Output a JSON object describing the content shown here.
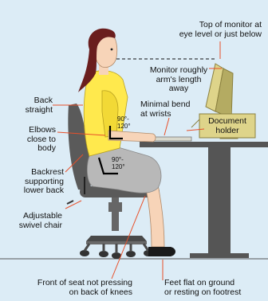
{
  "colors": {
    "background": "#dcecf6",
    "leader_lines": "#e8502a",
    "shirt": "#ffe94d",
    "skirt": "#b8b8b8",
    "chair": "#5a5a5a",
    "desk": "#555555",
    "monitor": "#ded48a",
    "document_holder": "#ded48a",
    "hair": "#6a1e1e",
    "skin": "#f7d4b8"
  },
  "labels": {
    "top_monitor": [
      "Top of monitor at",
      "eye level or just below"
    ],
    "monitor_arm": [
      "Monitor roughly",
      "arm's length",
      "away"
    ],
    "back_straight": [
      "Back",
      "straight"
    ],
    "minimal_bend": [
      "Minimal bend",
      "at wrists"
    ],
    "elbows": [
      "Elbows",
      "close to",
      "body"
    ],
    "document_holder": [
      "Document",
      "holder"
    ],
    "backrest": [
      "Backrest",
      "supporting",
      "lower back"
    ],
    "swivel_chair": [
      "Adjustable",
      "swivel chair"
    ],
    "front_of_seat": [
      "Front of seat not pressing",
      "on back of knees"
    ],
    "feet_flat": [
      "Feet flat on ground",
      "or resting on footrest"
    ]
  },
  "angles": {
    "elbow": [
      "90°-",
      "120°"
    ],
    "hip": [
      "90°-",
      "120°"
    ]
  }
}
